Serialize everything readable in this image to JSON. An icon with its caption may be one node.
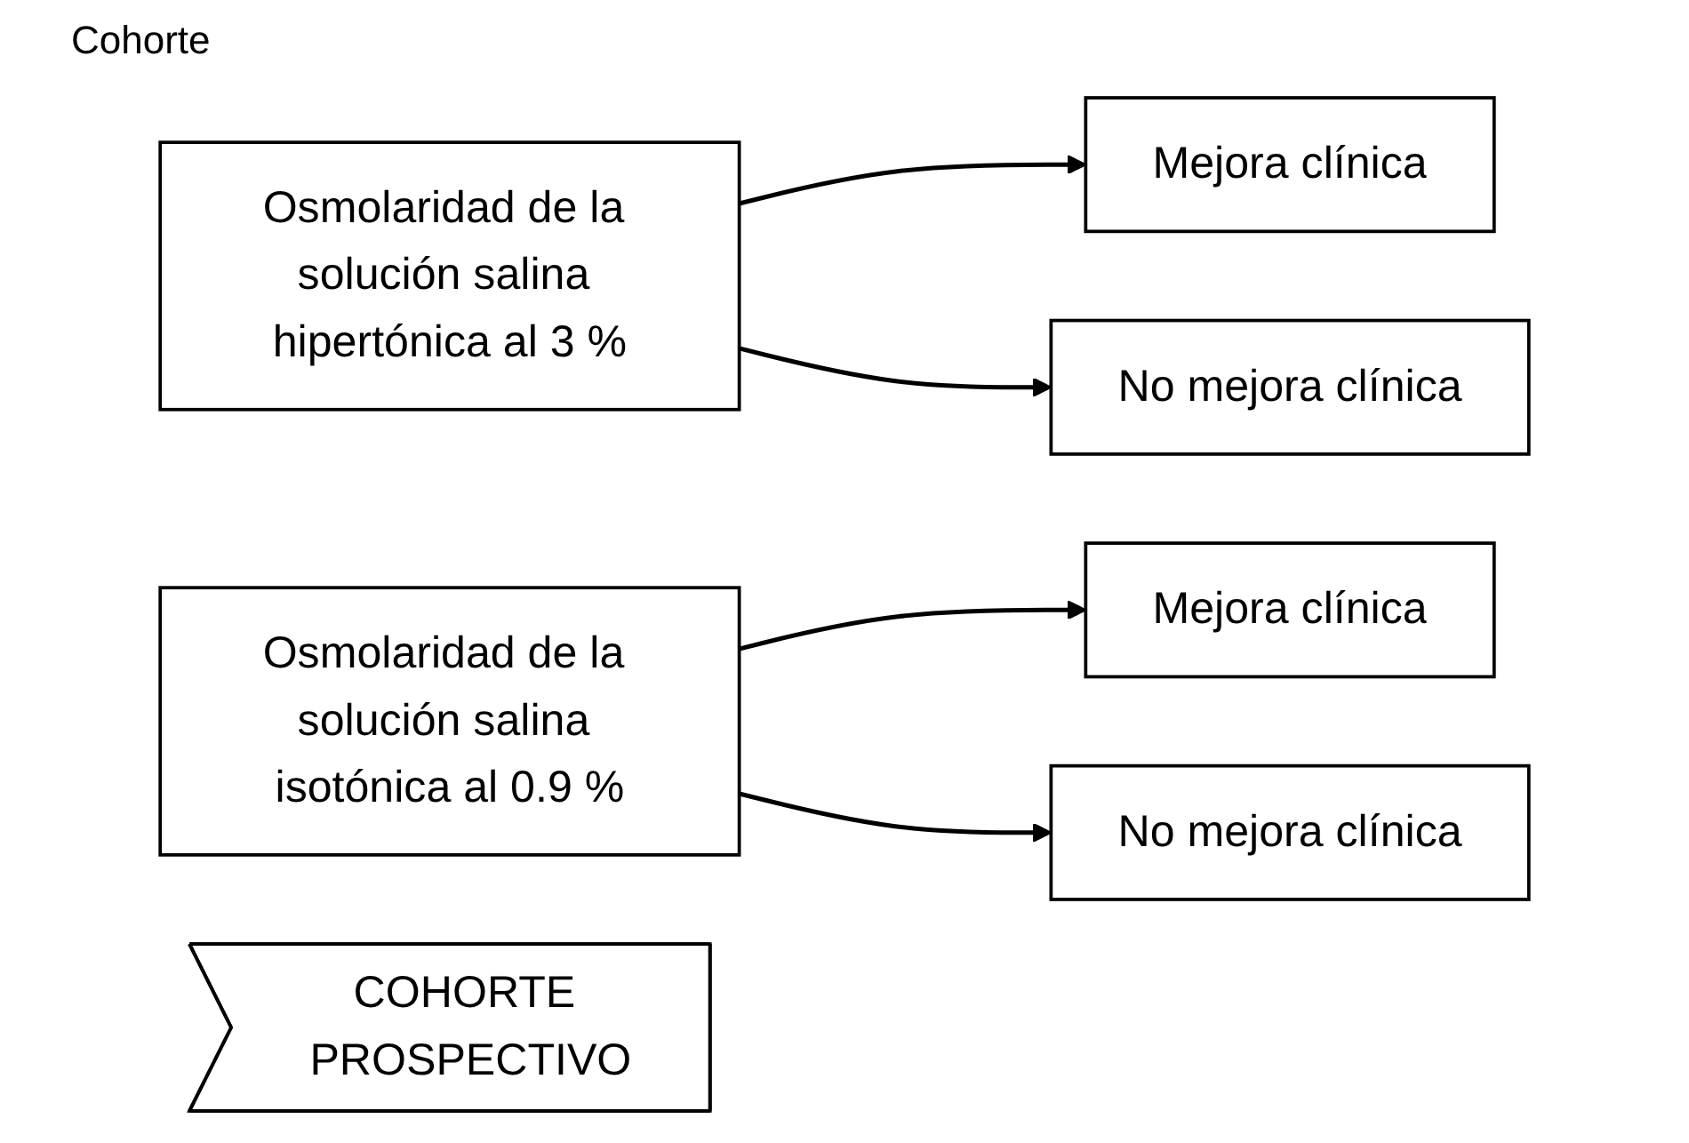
{
  "diagram": {
    "title": "Cohorte",
    "nodes": [
      {
        "text": [
          "Osmolaridad de la solución salina hipertónica al 3 %"
        ]
      },
      {
        "text": [
          "Mejora clínica"
        ]
      },
      {
        "text": [
          "No mejora clínica"
        ]
      },
      {
        "text": [
          "Osmolaridad de la solución salina isotónica al 0.9 %"
        ]
      },
      {
        "text": [
          "Mejora clínica"
        ]
      },
      {
        "text": [
          "No mejora clínica"
        ]
      },
      {
        "text": [
          "COHORTE PROSPECTIVO"
        ]
      }
    ],
    "edges": [
      {
        "from": 0,
        "to": 1,
        "arrow": "to"
      },
      {
        "from": 0,
        "to": 2,
        "arrow": "to"
      },
      {
        "from": 3,
        "to": 4,
        "arrow": "to"
      },
      {
        "from": 3,
        "to": 5,
        "arrow": "to"
      }
    ]
  }
}
